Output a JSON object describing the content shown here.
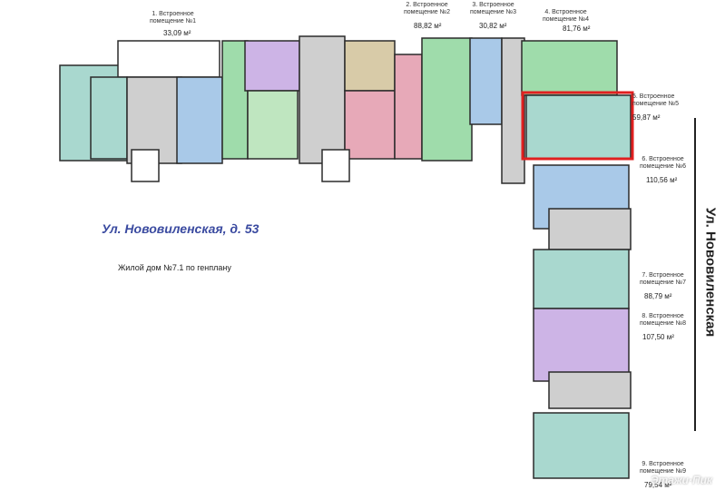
{
  "street_title": "Ул. Нововиленская, д. 53",
  "house_caption": "Жилой дом №7.1 по генплану",
  "street_vertical": "Ул. Нововиленская",
  "watermark": "Этажи·Пик",
  "units": [
    {
      "label": "1. Встроенное\nпомещение №1",
      "area": "33,09 м²"
    },
    {
      "label": "2. Встроенное\nпомещение №2",
      "area": "88,82 м²"
    },
    {
      "label": "3. Встроенное\nпомещение №3",
      "area": "30,82 м²"
    },
    {
      "label": "4. Встроенное\nпомещение №4",
      "area": "81,76 м²"
    },
    {
      "label": "5. Встроенное\nпомещение №5",
      "area": "59,87 м²"
    },
    {
      "label": "6. Встроенное\nпомещение №6",
      "area": "110,56 м²"
    },
    {
      "label": "7. Встроенное\nпомещение №7",
      "area": "88,79 м²"
    },
    {
      "label": "8. Встроенное\nпомещение №8",
      "area": "107,50 м²"
    },
    {
      "label": "9. Встроенное\nпомещение №9",
      "area": "79,54 м²"
    }
  ],
  "colors": {
    "wall": "#2b2b2b",
    "teal": "#a9d8cf",
    "green": "#9fdcab",
    "lightgreen": "#bfe6c0",
    "blue": "#a9c9e8",
    "lightblue": "#c7dcf0",
    "purple": "#cdb4e6",
    "pink": "#e7a9b8",
    "tan": "#d8cba8",
    "grey": "#cfcfcf",
    "highlight": "#e02020"
  }
}
